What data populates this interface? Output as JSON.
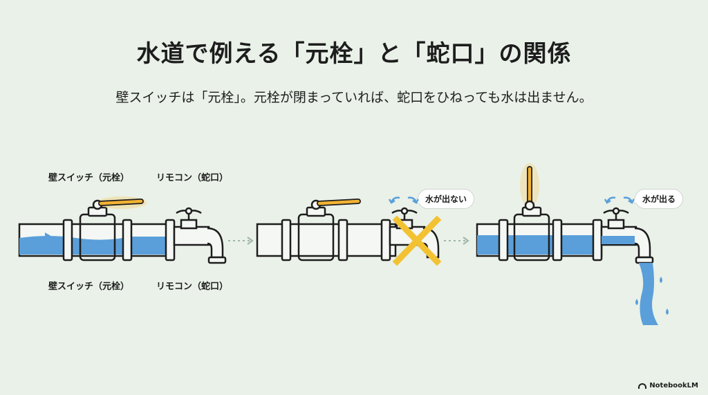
{
  "title": "水道で例える「元栓」と「蛇口」の関係",
  "subtitle": "壁スイッチは「元栓」。元栓が閉まっていれば、蛇口をひねっても水は出ません。",
  "scene1": {
    "top_left_label": "壁スイッチ（元栓）",
    "top_right_label": "リモコン（蛇口）",
    "bottom_left_label": "壁スイッチ（元栓）",
    "bottom_right_label": "リモコン（蛇口）"
  },
  "scene2": {
    "bubble": "水が出ない"
  },
  "scene3": {
    "bubble": "水が出る"
  },
  "brand": "NotebookLM",
  "colors": {
    "background": "#e9f1e8",
    "water": "#5a9fda",
    "handle": "#f2b233",
    "cross": "#f2c233",
    "outline": "#1d1d1d"
  }
}
